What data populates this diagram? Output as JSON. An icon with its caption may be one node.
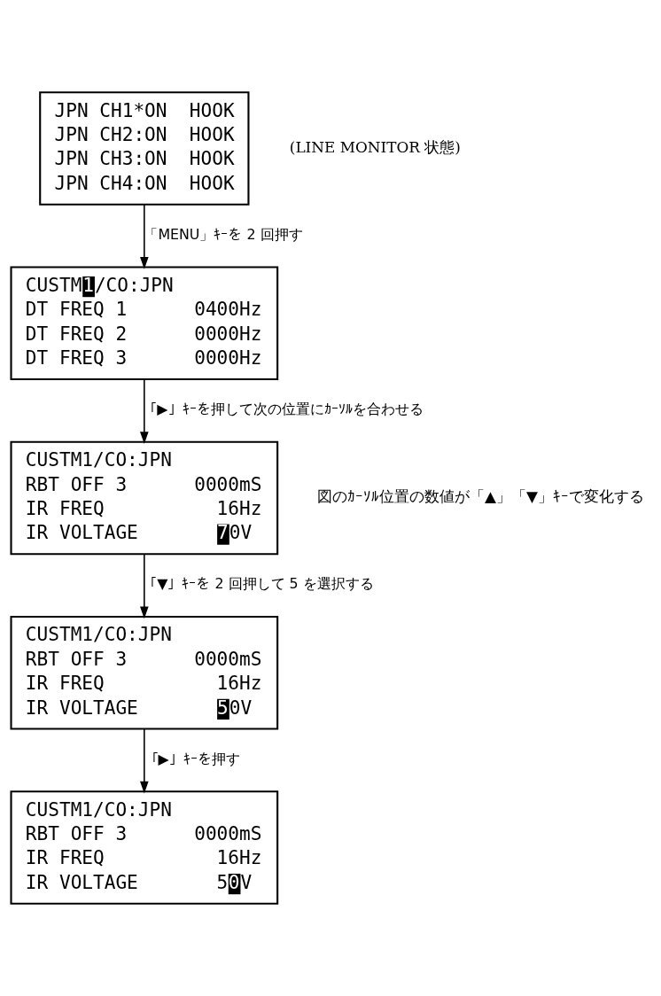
{
  "diagram": {
    "nodes": [
      {
        "text": [
          "JPN CH1*ON  HOOK",
          "JPN CH2:ON  HOOK",
          "JPN CH3:ON  HOOK",
          "JPN CH4:ON  HOOK"
        ],
        "beside": [
          "(LINE MONITOR 状態)"
        ]
      },
      {
        "text": [
          "CUSTM1/CO:JPN",
          "DT FREQ 1      0400Hz",
          "DT FREQ 2      0000Hz",
          "DT FREQ 3      0000Hz"
        ]
      },
      {
        "text": [
          "CUSTM1/CO:JPN",
          "RBT OFF 3      0000mS",
          "IR FREQ          16Hz",
          "IR VOLTAGE       70V"
        ],
        "beside": [
          "図のｶｰｿﾙ位置の数値が「▲」「▼」ｷｰで変化する"
        ]
      },
      {
        "text": [
          "CUSTM1/CO:JPN",
          "RBT OFF 3      0000mS",
          "IR FREQ          16Hz",
          "IR VOLTAGE       50V"
        ]
      },
      {
        "text": [
          "CUSTM1/CO:JPN",
          "RBT OFF 3      0000mS",
          "IR FREQ          16Hz",
          "IR VOLTAGE       50V"
        ]
      }
    ],
    "edges": [
      {
        "from": 0,
        "to": 1,
        "arrow": "to",
        "label": "「MENU」ｷｰを 2 回押す"
      },
      {
        "from": 1,
        "to": 2,
        "arrow": "to",
        "label": "「▶」ｷｰを押して次の位置にｶｰｿﾙを合わせる"
      },
      {
        "from": 2,
        "to": 3,
        "arrow": "to",
        "label": "「▼」ｷｰを 2 回押して 5 を選択する"
      },
      {
        "from": 3,
        "to": 4,
        "arrow": "to",
        "label": "「▶」ｷｰを押す"
      }
    ]
  }
}
